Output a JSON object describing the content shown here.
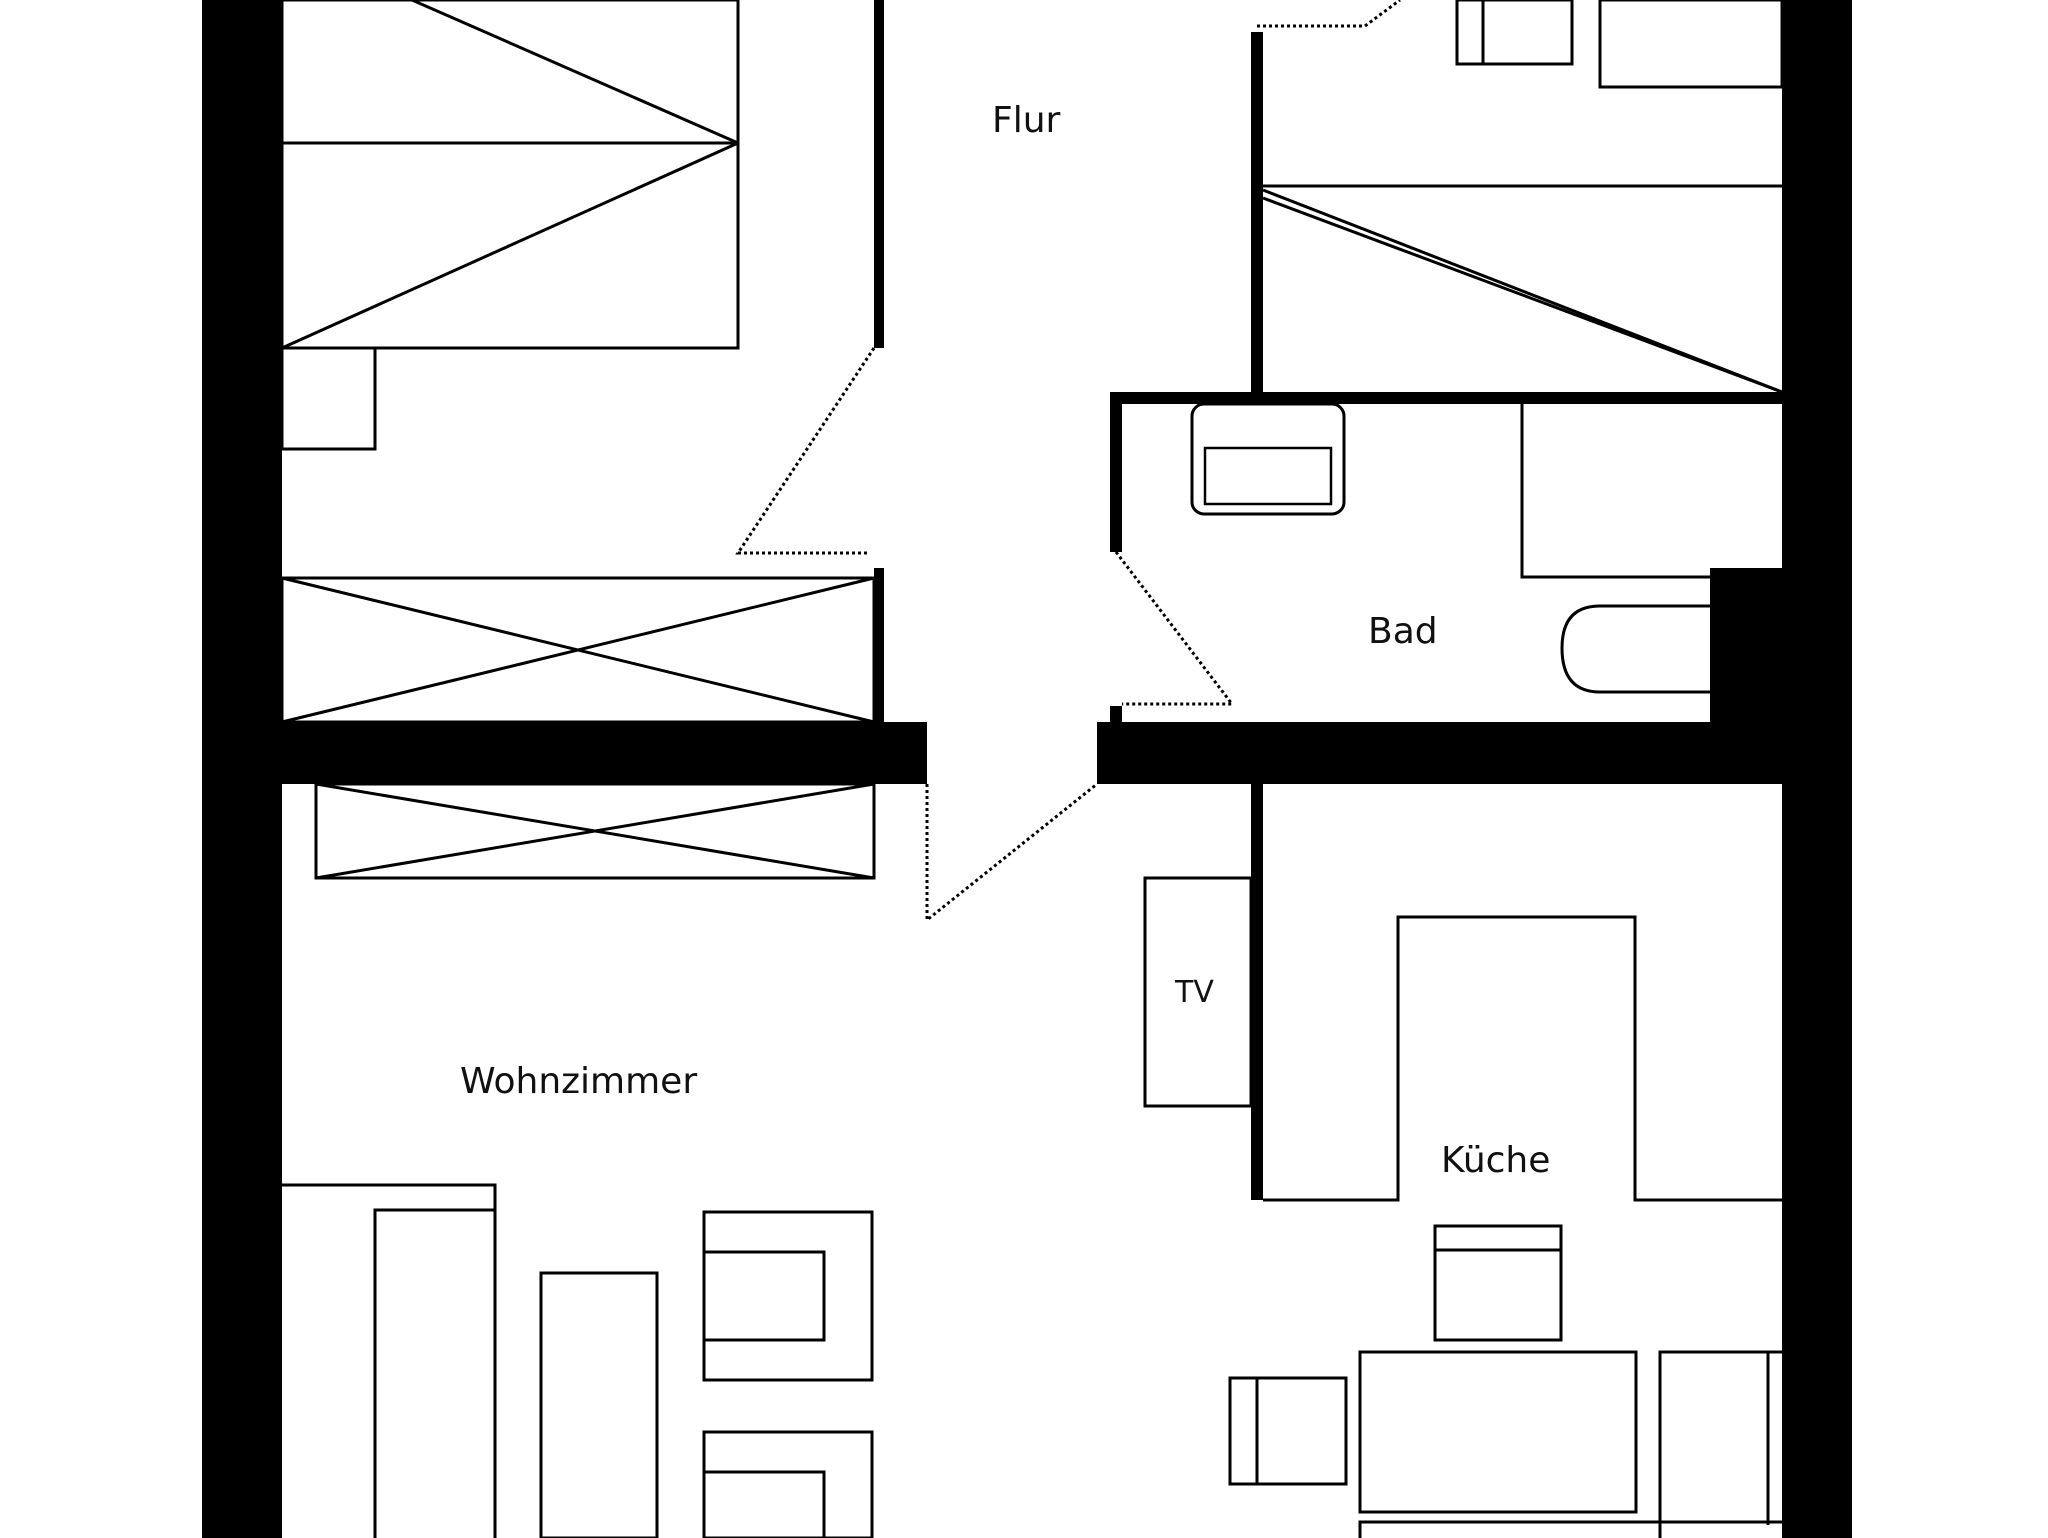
{
  "floor_plan": {
    "rooms": {
      "flur": "Flur",
      "bad": "Bad",
      "wohnzimmer": "Wohnzimmer",
      "kueche": "Küche"
    },
    "furniture": {
      "tv": "TV"
    }
  }
}
